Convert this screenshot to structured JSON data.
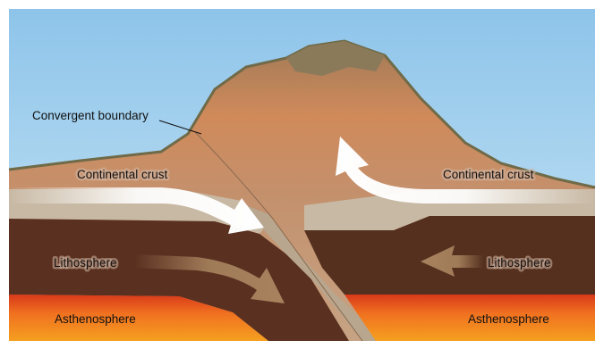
{
  "labels": {
    "boundary": "Convergent boundary",
    "crust_left": "Continental crust",
    "crust_right": "Continental crust",
    "litho_left": "Lithosphere",
    "litho_right": "Lithosphere",
    "astheno_left": "Asthenosphere",
    "astheno_right": "Asthenosphere"
  },
  "colors": {
    "sky": "#a9d3ee",
    "crust": "#c49a78",
    "crust_lower": "#c8b9a4",
    "lithosphere": "#5a3020",
    "asthenosphere": "#f08020",
    "arrow_crust": "#ffffff",
    "arrow_litho": "#a07b58"
  }
}
